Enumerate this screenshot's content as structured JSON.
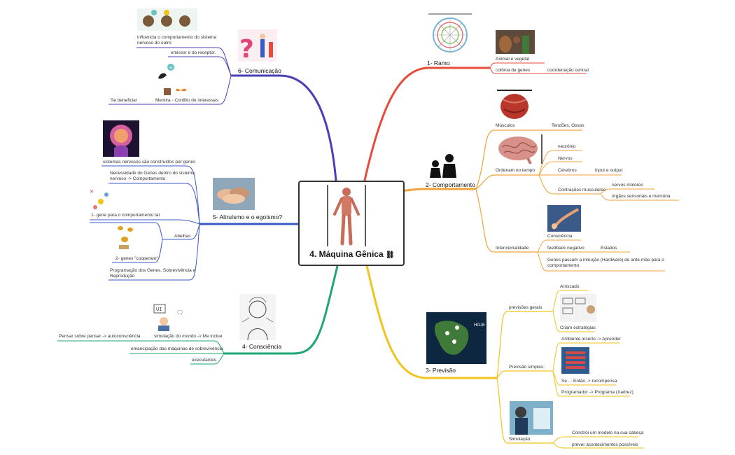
{
  "center": {
    "title": "4. Máquina Gênica",
    "link_icon": "link-icon"
  },
  "colors": {
    "red": "#e84b3c",
    "orange": "#f2a23a",
    "yellow": "#f2c31b",
    "green": "#1ea772",
    "blue": "#3a58c8",
    "purple": "#4b3fb8"
  },
  "branches": {
    "ramo": {
      "title": "1- Ramo",
      "animal_vegetal": "Animal e vegetal",
      "colonia_genes": "colônia de genes",
      "coordenacao_central": "coordenação central"
    },
    "comportamento": {
      "title": "2- Comportamento",
      "musculos": "Músculos",
      "tendoes_ossos": "Tendões, Ossos",
      "ordenam_tempo": "Ordenam no tempo",
      "neuronio": "neurônio",
      "nervos": "Nervos",
      "cerebros": "Cérebros",
      "input_output": "input e output",
      "contracoes": "Contrações musculares",
      "nervos_motores": "nervos motores",
      "orgaos_sensoriais": "órgãos sensoriais e memória",
      "intencionalidade": "Intencionalidade",
      "consciencia": "Consciência",
      "feedback_negativo": "feedback negativo",
      "estados": "Estados",
      "genes_passam": "Genes passam a intrução (Hardware) de ante-mão para o comportamento"
    },
    "previsao": {
      "title": "3- Previsão",
      "previsoes_gerais": "previsões gerais",
      "arriscado": "Arriscado",
      "criam_estrategias": "Criam estratégias",
      "previsao_simples": "Previsão simples;",
      "ambiente_incerto": "Ambiente incerto -> Aprender",
      "se_entao": "Se ... Então -> recompensa",
      "programador": "Programador -> Programa (Xadrez)",
      "simulacao": "Simulação",
      "constroi_modelo": "Constrói um modelo na sua cabeça",
      "prever_acontecimentos": "prever acontecimentos possíveis"
    },
    "consciencia": {
      "title": "4- Consciência",
      "simulacao_mundo": "simulação do mundo -> Me inclue",
      "pensar_sobre_pensar": "Pensar sobre pensar -> autoconsciência",
      "emancipacao": "emancipação das máquinas de sobrevivência",
      "executantes": "executantes"
    },
    "altruismo": {
      "title": "5- Altruísmo e o egoísmo?",
      "sistemas_nervosos": "sistemas nervosos são construídos por genes",
      "necessidade_genes": "Necessidade do Genes dentro do sistema nervoso -> Comportamento",
      "um_gene": "1- gene para o comportamento tal",
      "abelhas": "Abelhas",
      "dois_genes": "2- genes \"cooperam\"",
      "programacao_genes": "Programação dos Genes, Sobrevivência e Reprodução"
    },
    "comunicacao": {
      "title": "6- Comunicação",
      "influencia": "influencia o comportamento do sistema nervoso do outro",
      "emissor_receptor": "emissor e do receptor.",
      "mentira": "Mentira - Conflito de interesses",
      "se_beneficiar": "Se beneficiar"
    }
  }
}
